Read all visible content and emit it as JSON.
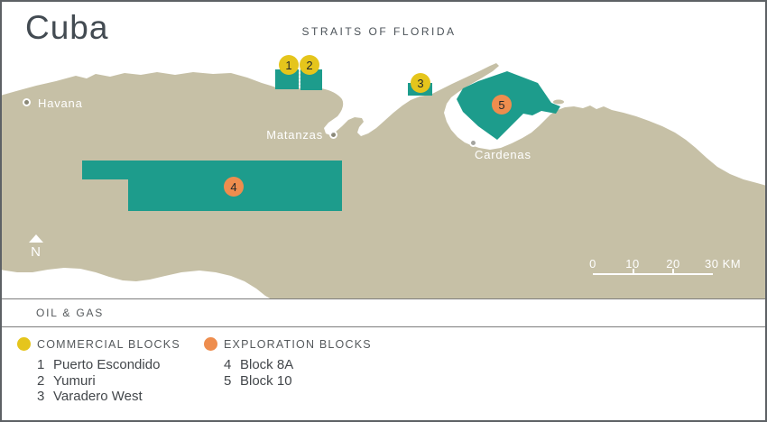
{
  "title": "Cuba",
  "sea_label": "STRAITS OF FLORIDA",
  "north_label": "N",
  "colors": {
    "land": "#c6c0a6",
    "block_fill": "#1d9c8c",
    "commercial": "#e5c51c",
    "exploration": "#ee8d4e",
    "sea": "#ffffff",
    "title_text": "#434b52"
  },
  "cities": [
    {
      "name": "Havana"
    },
    {
      "name": "Matanzas"
    },
    {
      "name": "Cardenas"
    }
  ],
  "markers": [
    {
      "num": "1",
      "type": "commercial"
    },
    {
      "num": "2",
      "type": "commercial"
    },
    {
      "num": "3",
      "type": "commercial"
    },
    {
      "num": "4",
      "type": "exploration"
    },
    {
      "num": "5",
      "type": "exploration"
    }
  ],
  "scalebar": {
    "labels": [
      "0",
      "10",
      "20",
      "30 KM"
    ]
  },
  "legend": {
    "header": "OIL & GAS",
    "commercial": {
      "title": "COMMERCIAL BLOCKS",
      "items": [
        {
          "num": "1",
          "name": "Puerto Escondido"
        },
        {
          "num": "2",
          "name": "Yumuri"
        },
        {
          "num": "3",
          "name": "Varadero West"
        }
      ]
    },
    "exploration": {
      "title": "EXPLORATION BLOCKS",
      "items": [
        {
          "num": "4",
          "name": "Block 8A"
        },
        {
          "num": "5",
          "name": "Block 10"
        }
      ]
    }
  }
}
